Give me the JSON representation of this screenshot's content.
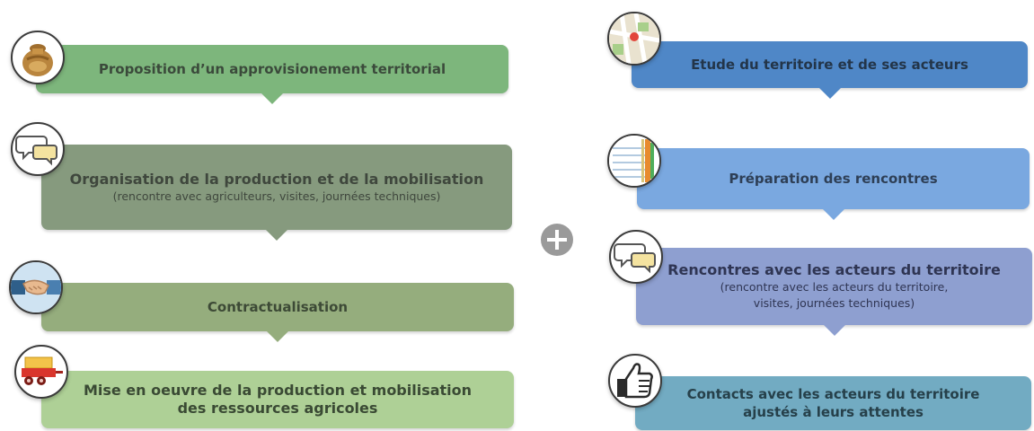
{
  "colors": {
    "left_1": "#7db67c",
    "left_2": "#869a7e",
    "left_3": "#95ad7d",
    "left_4": "#aed096",
    "right_1": "#4f87c7",
    "right_2": "#7aa8e0",
    "right_3": "#8e9fd0",
    "right_4": "#72abc2",
    "plus": "#9a9a9a"
  },
  "left": {
    "steps": [
      {
        "title": "Proposition d’un approvisionement territorial",
        "icon": "coin-sack-icon"
      },
      {
        "title": "Organisation de la production et de la mobilisation",
        "subtitle": "(rencontre avec agriculteurs, visites, journées techniques)",
        "icon": "speech-bubbles-icon"
      },
      {
        "title": "Contractualisation",
        "icon": "handshake-icon"
      },
      {
        "title": "Mise en oeuvre de la production et mobilisation",
        "title2": "des ressources agricoles",
        "icon": "farm-wagon-icon"
      }
    ]
  },
  "right": {
    "steps": [
      {
        "title": "Etude du territoire et de ses acteurs",
        "icon": "map-icon"
      },
      {
        "title": "Préparation des rencontres",
        "icon": "notebook-icon"
      },
      {
        "title": "Rencontres avec les acteurs du territoire",
        "subtitle": "(rencontre avec les acteurs du territoire,",
        "subtitle2": "visites, journées techniques)",
        "icon": "speech-bubbles-icon"
      },
      {
        "title": "Contacts avec les acteurs du territoire",
        "title2": "ajustés à leurs attentes",
        "icon": "thumbs-up-icon"
      }
    ]
  },
  "connector": {
    "icon": "plus-icon"
  }
}
